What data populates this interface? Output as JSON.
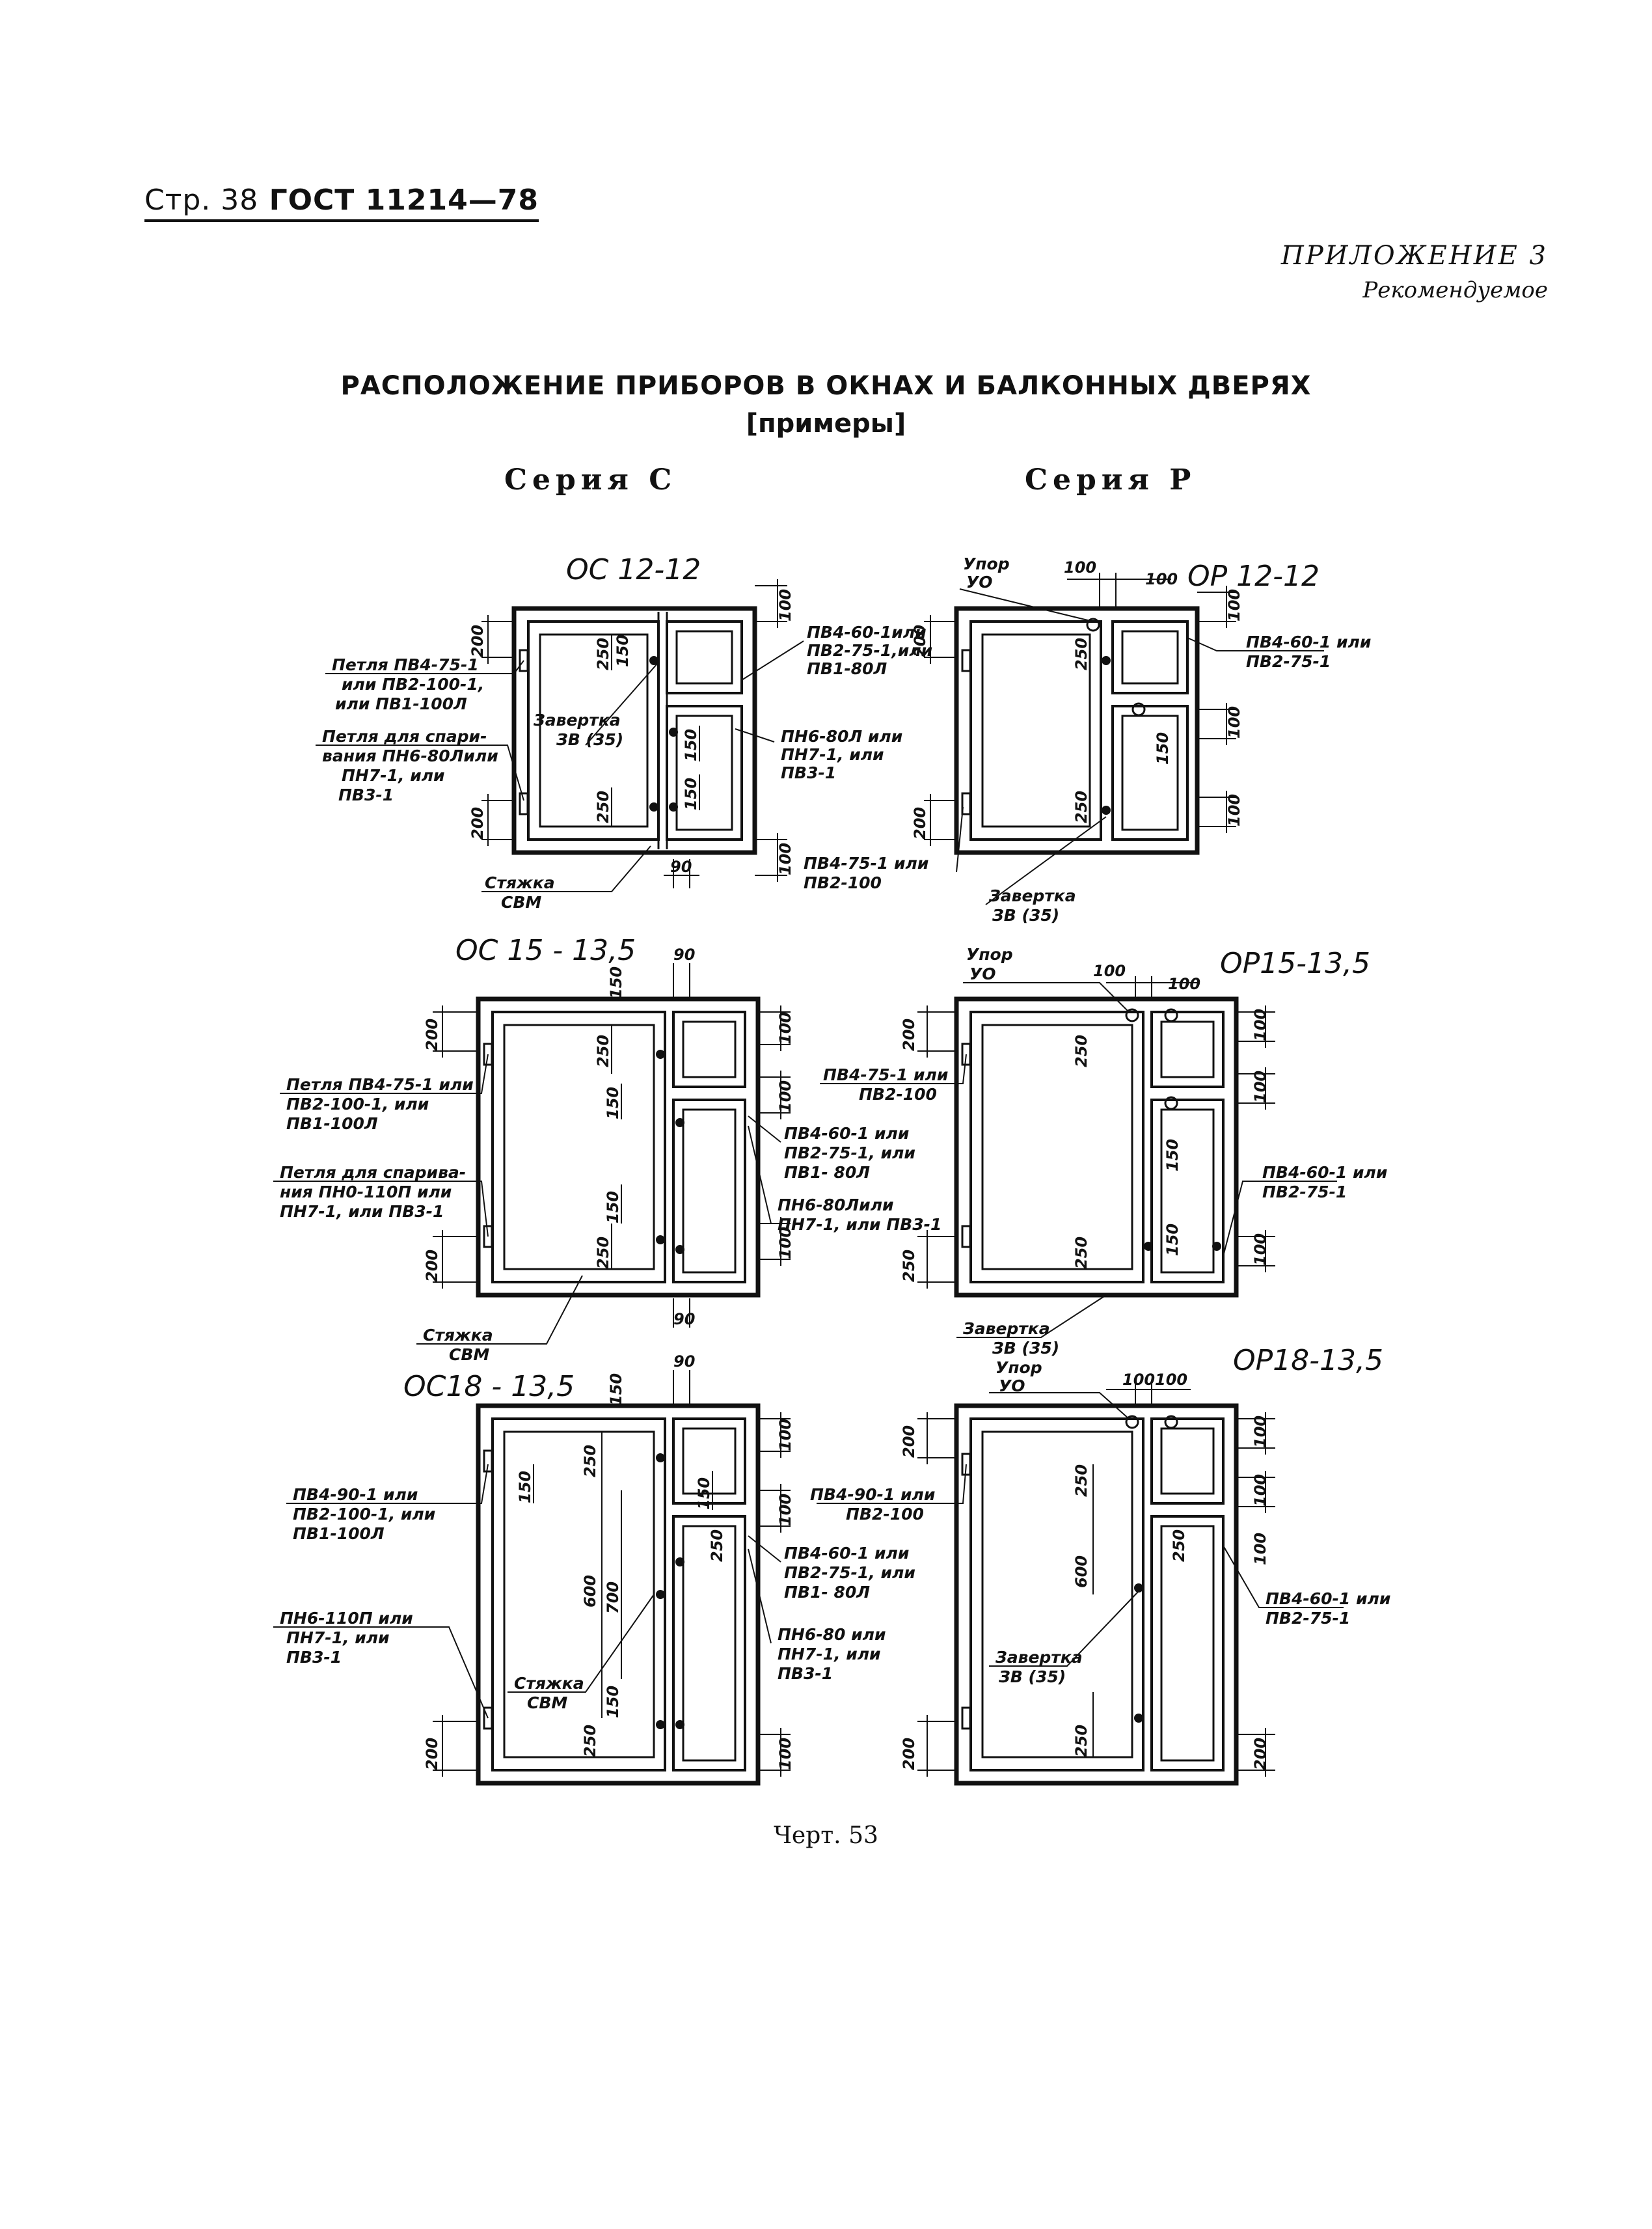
{
  "header": {
    "page": "Стр. 38",
    "gost": "ГОСТ 11214—78"
  },
  "appendix": {
    "title": "ПРИЛОЖЕНИЕ 3",
    "note": "Рекомендуемое"
  },
  "title": "РАСПОЛОЖЕНИЕ ПРИБОРОВ В ОКНАХ И БАЛКОННЫХ ДВЕРЯХ",
  "subtitle": "[примеры]",
  "series": {
    "c": "Серия С",
    "p": "Серия Р"
  },
  "marks": {
    "oc12": "ОС 12-12",
    "op12": "ОР 12-12",
    "oc15": "ОС 15 - 13,5",
    "op15": "ОР15-13,5",
    "oc18": "ОС18 - 13,5",
    "op18": "ОР18-13,5"
  },
  "labels": {
    "l1a": "Петля ПВ4-75-1",
    "l1b": "или ПВ2-100-1,",
    "l1c": "или ПВ1-100Л",
    "l2a": "Петля для спари-",
    "l2b": "вания ПН6-80Лили",
    "l2c": "ПН7-1, или",
    "l2d": "ПВ3-1",
    "l3a": "Завертка",
    "l3b": "ЗВ (35)",
    "l4a": "Стяжка",
    "l4b": "СВМ",
    "l5a": "ПВ4-60-1или",
    "l5b": "ПВ2-75-1,или",
    "l5c": "ПВ1-80Л",
    "l6a": "ПН6-80Л или",
    "l6b": "ПН7-1, или",
    "l6c": "ПВ3-1",
    "r1a": "Упор",
    "r1b": "УО",
    "r2a": "ПВ4-60-1 или",
    "r2b": "ПВ2-75-1",
    "r3a": "ПВ4-75-1 или",
    "r3b": "ПВ2-100",
    "m1a": "Петля ПВ4-75-1 или",
    "m1b": "ПВ2-100-1, или",
    "m1c": "ПВ1-100Л",
    "m2a": "Петля для спарива-",
    "m2b": "ния ПН0-110П или",
    "m2c": "ПН7-1, или ПВ3-1",
    "m3a": "ПВ4-60-1 или",
    "m3b": "ПВ2-75-1, или",
    "m3c": "ПВ1- 80Л",
    "m4a": "ПН6-80Лили",
    "m4b": "ПН7-1, или ПВ3-1",
    "b1a": "ПВ4-90-1 или",
    "b1b": "ПВ2-100-1, или",
    "b1c": "ПВ1-100Л",
    "b2a": "ПН6-110П или",
    "b2b": "ПН7-1, или",
    "b2c": "ПВ3-1",
    "b3a": "ПВ4-60-1 или",
    "b3b": "ПВ2-75-1, или",
    "b3c": "ПВ1- 80Л",
    "b4a": "ПН6-80 или",
    "b4b": "ПН7-1, или",
    "b4c": "ПВ3-1",
    "b5a": "ПВ4-90-1 или",
    "b5b": "ПВ2-100"
  },
  "dims": {
    "d200": "200",
    "d250": "250",
    "d150": "150",
    "d100": "100",
    "d90": "90",
    "d600": "600",
    "d700": "700"
  },
  "caption": "Черт. 53"
}
